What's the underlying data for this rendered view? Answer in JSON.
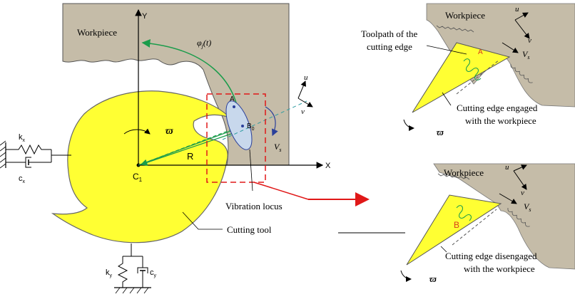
{
  "main": {
    "workpiece_label": "Workpiece",
    "axis_y": "Y",
    "axis_x": "X",
    "phi_symbol": "φ",
    "phi_subscript": "j",
    "phi_arg": "(t)",
    "omega": "ϖ",
    "radius_label": "R",
    "center_label": "C",
    "center_subscript": "1",
    "point_a": "A",
    "point_b": "B",
    "point_b_subscript": "0",
    "u_label": "u",
    "v_label": "v",
    "vs_label": "V",
    "vs_subscript": "s",
    "spring_x": "k",
    "spring_x_sub": "x",
    "damper_x": "c",
    "damper_x_sub": "x",
    "spring_y": "k",
    "spring_y_sub": "y",
    "damper_y": "c",
    "damper_y_sub": "y",
    "vibration_locus": "Vibration locus",
    "cutting_tool": "Cutting tool"
  },
  "top_detail": {
    "workpiece_label": "Workpiece",
    "toolpath_line1": "Toolpath of the",
    "toolpath_line2": "cutting edge",
    "point": "A",
    "u_label": "u",
    "v_label": "v",
    "vs_label": "V",
    "vs_subscript": "s",
    "caption_line1": "Cutting edge engaged",
    "caption_line2": "with the workpiece",
    "omega": "ϖ"
  },
  "bottom_detail": {
    "workpiece_label": "Workpiece",
    "point": "B",
    "u_label": "u",
    "v_label": "v",
    "vs_label": "V",
    "vs_subscript": "s",
    "caption_line1": "Cutting edge disengaged",
    "caption_line2": "with the workpiece",
    "omega": "ϖ"
  }
}
